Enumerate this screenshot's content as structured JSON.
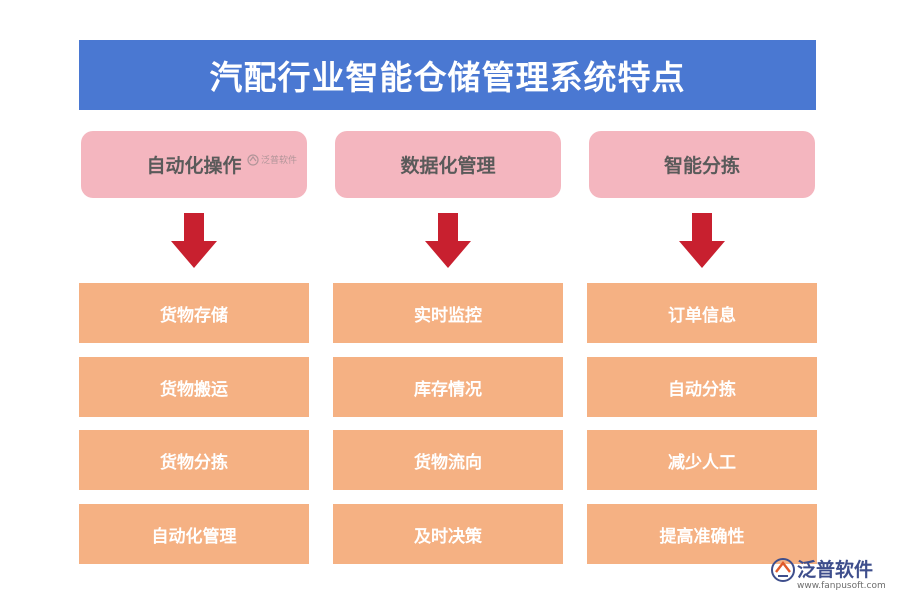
{
  "title": "汽配行业智能仓储管理系统特点",
  "colors": {
    "title_bar": "#4a78d2",
    "header_box": "#f4b6bf",
    "item_box": "#f5b183",
    "arrow": "#c8202f"
  },
  "columns": [
    {
      "header": "自动化操作",
      "items": [
        "货物存储",
        "货物搬运",
        "货物分拣",
        "自动化管理"
      ]
    },
    {
      "header": "数据化管理",
      "items": [
        "实时监控",
        "库存情况",
        "货物流向",
        "及时决策"
      ]
    },
    {
      "header": "智能分拣",
      "items": [
        "订单信息",
        "自动分拣",
        "减少人工",
        "提高准确性"
      ]
    }
  ],
  "watermark": {
    "text": "泛普软件"
  },
  "logo": {
    "name": "泛普软件",
    "url": "www.fanpusoft.com"
  }
}
